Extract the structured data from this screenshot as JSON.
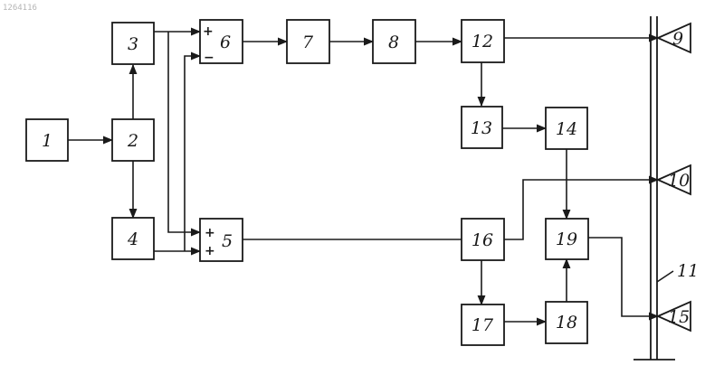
{
  "stamp": "1264116",
  "blocks": {
    "b1": "1",
    "b2": "2",
    "b3": "3",
    "b4": "4",
    "b5": "5",
    "b6": "6",
    "b7": "7",
    "b8": "8",
    "b12": "12",
    "b13": "13",
    "b14": "14",
    "b16": "16",
    "b17": "17",
    "b18": "18",
    "b19": "19"
  },
  "emitters": {
    "e9": "9",
    "e10": "10",
    "e15": "15"
  },
  "mast_label": "11",
  "signs": {
    "b6_top": "+",
    "b6_bottom": "−",
    "b5_top": "+",
    "b5_bottom": "+"
  }
}
